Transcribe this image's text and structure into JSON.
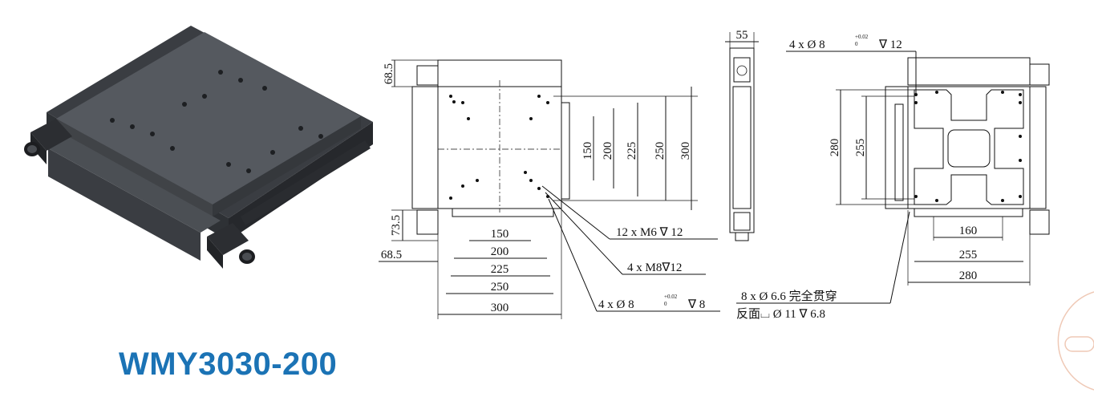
{
  "title": "WMY3030-200",
  "colors": {
    "title": "#1b73b5",
    "line": "#111111",
    "stage_dark": "#3c3f44",
    "stage_top": "#55595f",
    "watermark": "#efc9b6"
  },
  "icons": {
    "watermark": "circle-arc-logo-icon"
  },
  "side_view": {
    "top_width": "55"
  },
  "front_view": {
    "height_top": "68.5",
    "height_low": "73.5",
    "height_bottom": "68.5",
    "vertical_dims": [
      "150",
      "200",
      "225",
      "250",
      "300"
    ],
    "horizontal_dims": [
      "150",
      "200",
      "225",
      "250",
      "300"
    ],
    "callouts": [
      {
        "text": "12 x  M6  ∇  12"
      },
      {
        "text": "4 x  M8∇12"
      },
      {
        "text": "4 x  Ø  8",
        "tol_upper": "+0.02",
        "tol_lower": "0",
        "depth": "∇  8"
      }
    ]
  },
  "bottom_view": {
    "top_callout": {
      "text": "4 x  Ø  8",
      "tol_upper": "+0.02",
      "tol_lower": "0",
      "depth": "∇  12"
    },
    "vertical_dims": [
      "280",
      "255"
    ],
    "horizontal_dims": [
      "160",
      "255",
      "280"
    ],
    "through_note_line1": "8 x  Ø  6.6 完全贯穿",
    "through_note_line2": "反面⌴  Ø  11  ∇  6.8"
  }
}
